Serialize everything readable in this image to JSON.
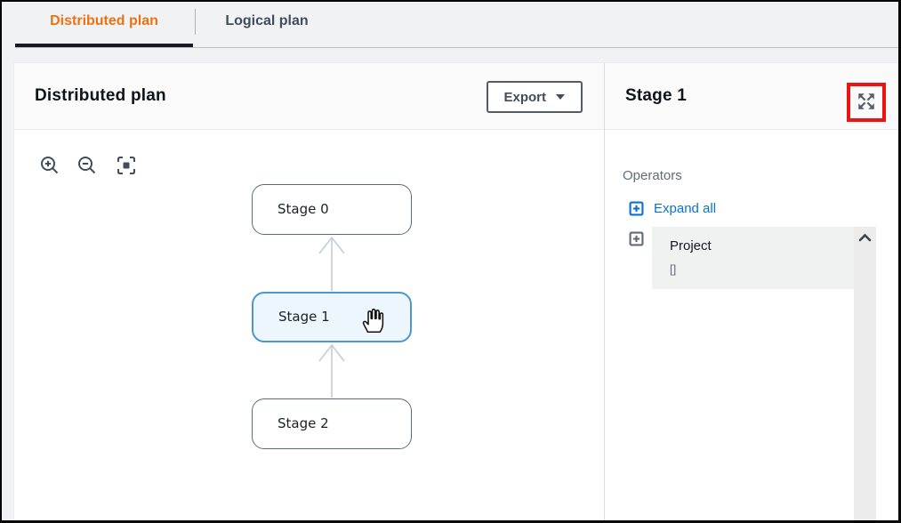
{
  "tabs": [
    {
      "label": "Distributed plan",
      "active": true
    },
    {
      "label": "Logical plan",
      "active": false
    }
  ],
  "left_panel": {
    "title": "Distributed plan",
    "export_button": {
      "label": "Export"
    },
    "toolbar": {
      "zoom_in_icon": "magnifier-plus",
      "zoom_out_icon": "magnifier-minus",
      "fit_icon": "center-focus"
    },
    "diagram": {
      "nodes": [
        {
          "label": "Stage 0",
          "selected": false
        },
        {
          "label": "Stage 1",
          "selected": true
        },
        {
          "label": "Stage 2",
          "selected": false
        }
      ],
      "edges": [
        {
          "from": "Stage 1",
          "to": "Stage 0"
        },
        {
          "from": "Stage 2",
          "to": "Stage 1"
        }
      ],
      "cursor": "grab-hand"
    }
  },
  "right_panel": {
    "title": "Stage 1",
    "operators_label": "Operators",
    "expand_all_label": "Expand all",
    "operators": [
      {
        "name": "Project",
        "detail": "[]"
      }
    ],
    "expand_icon": "expand-arrows"
  },
  "colors": {
    "active_tab_orange": "#ec7211",
    "link_blue": "#0972d3",
    "selected_node_border": "#4c96d2",
    "selected_node_bg": "#edf6fc",
    "highlight_red": "#ec1313"
  }
}
